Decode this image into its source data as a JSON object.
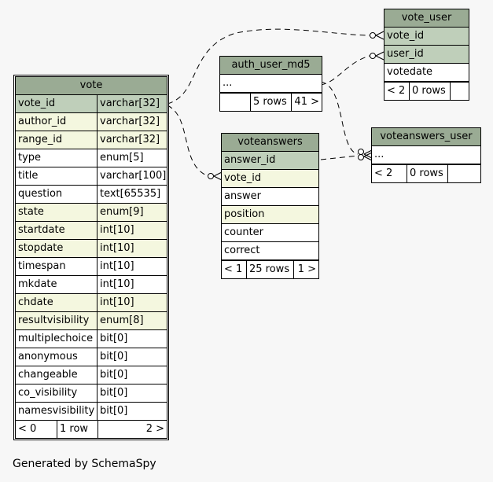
{
  "tables": {
    "vote": {
      "name": "vote",
      "columns": [
        {
          "name": "vote_id",
          "type": "varchar[32]"
        },
        {
          "name": "author_id",
          "type": "varchar[32]"
        },
        {
          "name": "range_id",
          "type": "varchar[32]"
        },
        {
          "name": "type",
          "type": "enum[5]"
        },
        {
          "name": "title",
          "type": "varchar[100]"
        },
        {
          "name": "question",
          "type": "text[65535]"
        },
        {
          "name": "state",
          "type": "enum[9]"
        },
        {
          "name": "startdate",
          "type": "int[10]"
        },
        {
          "name": "stopdate",
          "type": "int[10]"
        },
        {
          "name": "timespan",
          "type": "int[10]"
        },
        {
          "name": "mkdate",
          "type": "int[10]"
        },
        {
          "name": "chdate",
          "type": "int[10]"
        },
        {
          "name": "resultvisibility",
          "type": "enum[8]"
        },
        {
          "name": "multiplechoice",
          "type": "bit[0]"
        },
        {
          "name": "anonymous",
          "type": "bit[0]"
        },
        {
          "name": "changeable",
          "type": "bit[0]"
        },
        {
          "name": "co_visibility",
          "type": "bit[0]"
        },
        {
          "name": "namesvisibility",
          "type": "bit[0]"
        }
      ],
      "footer": {
        "parents": "< 0",
        "rows": "1 row",
        "children": "2 >"
      }
    },
    "auth_user_md5": {
      "name": "auth_user_md5",
      "columns": [
        "..."
      ],
      "footer": {
        "parents": "",
        "rows": "5 rows",
        "children": "41 >"
      }
    },
    "vote_user": {
      "name": "vote_user",
      "columns": [
        "vote_id",
        "user_id",
        "votedate"
      ],
      "footer": {
        "parents": "< 2",
        "rows": "0 rows",
        "children": ""
      }
    },
    "voteanswers": {
      "name": "voteanswers",
      "columns": [
        "answer_id",
        "vote_id",
        "answer",
        "position",
        "counter",
        "correct"
      ],
      "footer": {
        "parents": "< 1",
        "rows": "25 rows",
        "children": "1 >"
      }
    },
    "voteanswers_user": {
      "name": "voteanswers_user",
      "columns": [
        "..."
      ],
      "footer": {
        "parents": "< 2",
        "rows": "0 rows",
        "children": ""
      }
    }
  },
  "caption": "Generated by SchemaSpy"
}
